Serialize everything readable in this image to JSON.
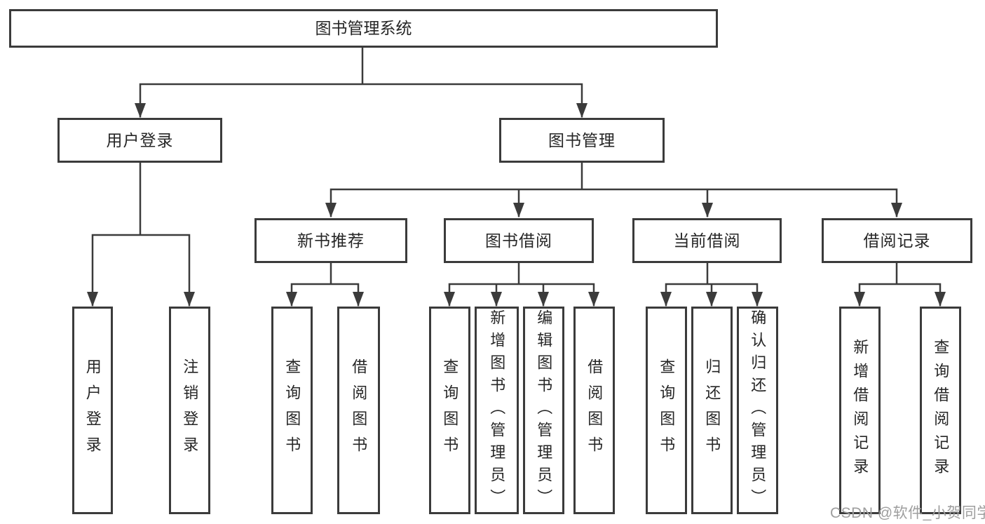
{
  "diagram": {
    "title": "图书管理系统",
    "line_color": "#3b3b3b",
    "background": "#ffffff",
    "text_color": "#262626"
  },
  "tree": {
    "root": {
      "label": "图书管理系统"
    },
    "level2": [
      {
        "label": "用户登录"
      },
      {
        "label": "图书管理"
      }
    ],
    "level3": [
      {
        "label": "新书推荐"
      },
      {
        "label": "图书借阅"
      },
      {
        "label": "当前借阅"
      },
      {
        "label": "借阅记录"
      }
    ],
    "leaves": [
      {
        "label": "用户登录"
      },
      {
        "label": "注销登录"
      },
      {
        "label": "查询图书"
      },
      {
        "label": "借阅图书"
      },
      {
        "label": "查询图书"
      },
      {
        "label": "新增图书（管理员）"
      },
      {
        "label": "编辑图书（管理员）"
      },
      {
        "label": "借阅图书"
      },
      {
        "label": "查询图书"
      },
      {
        "label": "归还图书"
      },
      {
        "label": "确认归还（管理员）"
      },
      {
        "label": "新增借阅记录"
      },
      {
        "label": "查询借阅记录"
      }
    ]
  },
  "watermark": {
    "text": "CSDN @软件_小贺同学",
    "color": "#9e9e9e"
  }
}
